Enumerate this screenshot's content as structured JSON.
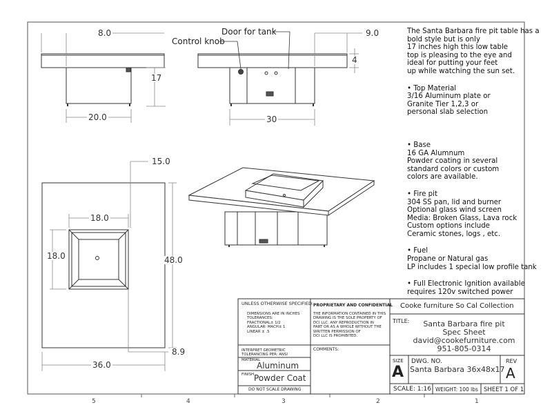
{
  "dims": {
    "front_top_overhang": "8.0",
    "front_height": "17",
    "front_base_width": "20.0",
    "side_top_overhang": "9.0",
    "side_top_thickness": "4",
    "side_base_width": "30",
    "top_pan_offset": "15.0",
    "top_pan_width": "18.0",
    "top_pan_depth": "18.0",
    "top_overall_depth": "48.0",
    "top_overall_width": "36.0",
    "top_bottom_offset": "8.9"
  },
  "callouts": {
    "door": "Door for tank",
    "knob": "Control knob"
  },
  "notes": {
    "intro": [
      "The Santa Barbara fire pit table has a",
      "bold style but is only",
      "17 inches high this low table",
      "top is pleasing to the eye and",
      "ideal for putting your feet",
      "up while watching the sun set."
    ],
    "top": [
      "• Top Material",
      "3/16 Aluminum plate or",
      "Granite Tier 1,2,3 or",
      "personal slab selection"
    ],
    "base": [
      "• Base",
      "16 GA Alumnum",
      "Powder coating in several",
      "standard colors or custom",
      "colors are available."
    ],
    "firepit": [
      "• Fire pit",
      "304 SS pan, lid and burner",
      "Optional glass wind screen",
      "Media: Broken Glass, Lava rock",
      "Custom options include",
      "Ceramic stones, logs , etc."
    ],
    "fuel": [
      "• Fuel",
      "Propane or Natural gas",
      "LP includes 1 special low profile tank"
    ],
    "ignition": [
      "• Full Electronic Ignition available",
      "requires 120v switched power"
    ]
  },
  "titleblock": {
    "unless": "UNLESS OTHERWISE SPECIFIED:",
    "tolerances": [
      "DIMENSIONS ARE IN INCHES",
      "TOLERANCES:",
      "FRACTIONAL± 1/2",
      "ANGULAR: MACH± 1",
      "LINEAR    ± .5"
    ],
    "interpret": [
      "INTERPRET GEOMETRIC",
      "TOLERANCING PER: ANSI"
    ],
    "material_label": "MATERIAL",
    "material": "Aluminum",
    "finish_label": "FINISH",
    "finish": "Powder Coat",
    "noscale": "DO NOT SCALE DRAWING",
    "proprietary": "PROPRIETARY AND CONFIDENTIAL",
    "info": [
      "THE INFORMATION CONTAINED IN THIS",
      "DRAWING IS THE SOLE PROPERTY OF",
      "DCI LLC. ANY REPRODUCTION IN",
      "PART OR AS A WHOLE WITHOUT THE",
      "WRITTEN PERMISSION OF",
      "DCI LLC IS PROHIBITED."
    ],
    "comments": "COMMENTS:",
    "company": "Cooke furniture So Cal Collection",
    "title_label": "TITLE:",
    "title": [
      "Santa Barbara fire pit",
      "Spec Sheet",
      "david@cookefurniture.com",
      "951-805-0314"
    ],
    "size_label": "SIZE",
    "size": "A",
    "dwg_label": "DWG.  NO.",
    "dwg": "Santa Barbara 36x48x17",
    "rev_label": "REV",
    "rev": "A",
    "scale": "SCALE: 1:16",
    "weight": "WEIGHT: 100 lbs",
    "sheet": "SHEET 1 OF 1"
  },
  "zones": [
    "5",
    "4",
    "3",
    "2",
    "1"
  ]
}
